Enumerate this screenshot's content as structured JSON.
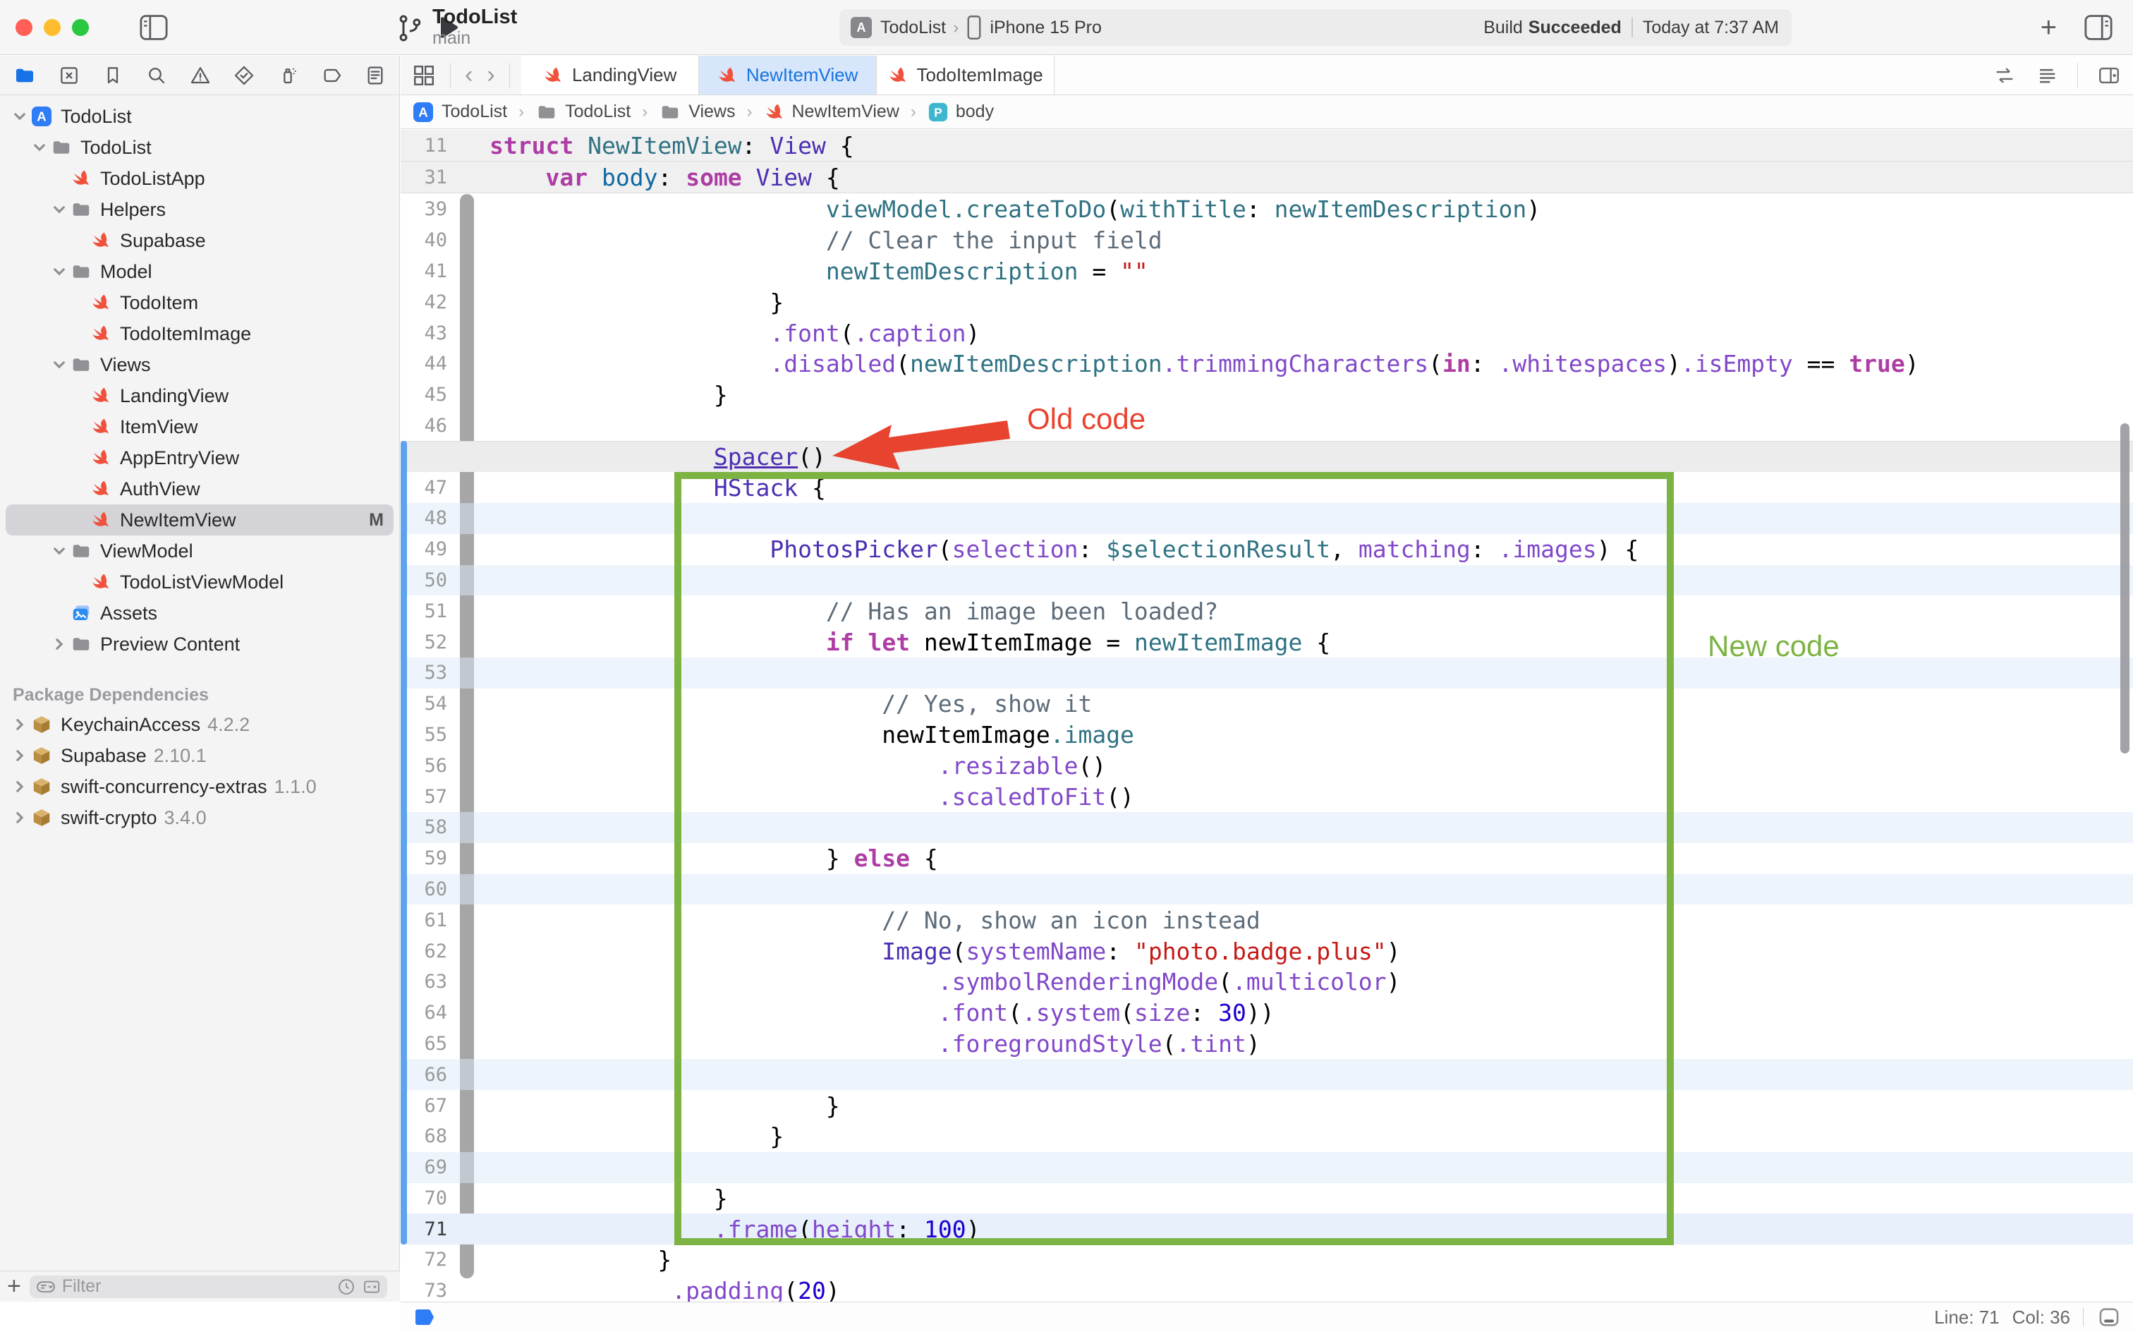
{
  "toolbar": {
    "project_title": "TodoList",
    "branch": "main",
    "plus_label": "+",
    "scheme": {
      "app": "TodoList",
      "destination": "iPhone 15 Pro",
      "separator": "›"
    },
    "status": {
      "build_label": "Build",
      "build_state": "Succeeded",
      "time": "Today at 7:37 AM"
    }
  },
  "navigator": {
    "icons": [
      "project-navigator-icon",
      "source-control-icon",
      "bookmarks-icon",
      "search-icon",
      "issues-icon",
      "tests-icon",
      "debug-icon",
      "breakpoints-icon",
      "reports-icon"
    ],
    "tree": [
      {
        "label": "TodoList",
        "icon": "app",
        "level": 0,
        "chevron": "down"
      },
      {
        "label": "TodoList",
        "icon": "folder",
        "level": 1,
        "chevron": "down"
      },
      {
        "label": "TodoListApp",
        "icon": "swift",
        "level": 2
      },
      {
        "label": "Helpers",
        "icon": "folder",
        "level": 2,
        "chevron": "down"
      },
      {
        "label": "Supabase",
        "icon": "swift",
        "level": 3
      },
      {
        "label": "Model",
        "icon": "folder",
        "level": 2,
        "chevron": "down"
      },
      {
        "label": "TodoItem",
        "icon": "swift",
        "level": 3
      },
      {
        "label": "TodoItemImage",
        "icon": "swift",
        "level": 3
      },
      {
        "label": "Views",
        "icon": "folder",
        "level": 2,
        "chevron": "down"
      },
      {
        "label": "LandingView",
        "icon": "swift",
        "level": 3
      },
      {
        "label": "ItemView",
        "icon": "swift",
        "level": 3
      },
      {
        "label": "AppEntryView",
        "icon": "swift",
        "level": 3
      },
      {
        "label": "AuthView",
        "icon": "swift",
        "level": 3
      },
      {
        "label": "NewItemView",
        "icon": "swift",
        "level": 3,
        "selected": true,
        "badge": "M"
      },
      {
        "label": "ViewModel",
        "icon": "folder",
        "level": 2,
        "chevron": "down"
      },
      {
        "label": "TodoListViewModel",
        "icon": "swift",
        "level": 3
      },
      {
        "label": "Assets",
        "icon": "assets",
        "level": 2
      },
      {
        "label": "Preview Content",
        "icon": "folder",
        "level": 2,
        "chevron": "right"
      }
    ],
    "packages_header": "Package Dependencies",
    "packages": [
      {
        "name": "KeychainAccess",
        "version": "4.2.2"
      },
      {
        "name": "Supabase",
        "version": "2.10.1"
      },
      {
        "name": "swift-concurrency-extras",
        "version": "1.1.0"
      },
      {
        "name": "swift-crypto",
        "version": "3.4.0"
      }
    ],
    "filter_placeholder": "Filter",
    "add_label": "+"
  },
  "tabs": {
    "items": [
      {
        "label": "LandingView",
        "active": false
      },
      {
        "label": "NewItemView",
        "active": true
      },
      {
        "label": "TodoItemImage",
        "active": false
      }
    ]
  },
  "breadcrumb": {
    "separator": "›",
    "items": [
      {
        "label": "TodoList",
        "icon": "app"
      },
      {
        "label": "TodoList",
        "icon": "folder"
      },
      {
        "label": "Views",
        "icon": "folder"
      },
      {
        "label": "NewItemView",
        "icon": "swift"
      },
      {
        "label": "body",
        "icon": "property"
      }
    ]
  },
  "editor": {
    "annotations": {
      "old_code": "Old code",
      "new_code": "New code",
      "green": "#7CB342",
      "red": "#E8432F"
    },
    "sticky_lines": [
      {
        "n": "11",
        "indent": 0,
        "t": [
          [
            "kw",
            "struct"
          ],
          [
            "plain",
            " "
          ],
          [
            "proj",
            "NewItemView"
          ],
          [
            "plain",
            ": "
          ],
          [
            "type",
            "View"
          ],
          [
            "plain",
            " {"
          ]
        ]
      },
      {
        "n": "31",
        "indent": 4,
        "t": [
          [
            "kw",
            "var"
          ],
          [
            "plain",
            " "
          ],
          [
            "declb",
            "body"
          ],
          [
            "plain",
            ": "
          ],
          [
            "kw",
            "some"
          ],
          [
            "plain",
            " "
          ],
          [
            "type",
            "View"
          ],
          [
            "plain",
            " {"
          ]
        ]
      }
    ],
    "lines": [
      {
        "n": "39",
        "indent": 24,
        "t": [
          [
            "proj",
            "viewModel.createToDo"
          ],
          [
            "plain",
            "("
          ],
          [
            "proj",
            "withTitle"
          ],
          [
            "plain",
            ": "
          ],
          [
            "proj",
            "newItemDescription"
          ],
          [
            "plain",
            ")"
          ]
        ]
      },
      {
        "n": "40",
        "indent": 24,
        "t": [
          [
            "cmt",
            "// Clear the input field"
          ]
        ]
      },
      {
        "n": "41",
        "indent": 24,
        "t": [
          [
            "proj",
            "newItemDescription"
          ],
          [
            "plain",
            " = "
          ],
          [
            "str",
            "\"\""
          ]
        ]
      },
      {
        "n": "42",
        "indent": 20,
        "t": [
          [
            "plain",
            "}"
          ]
        ]
      },
      {
        "n": "43",
        "indent": 20,
        "t": [
          [
            "mem",
            ".font"
          ],
          [
            "plain",
            "("
          ],
          [
            "mem",
            ".caption"
          ],
          [
            "plain",
            ")"
          ]
        ]
      },
      {
        "n": "44",
        "indent": 20,
        "t": [
          [
            "mem",
            ".disabled"
          ],
          [
            "plain",
            "("
          ],
          [
            "proj",
            "newItemDescription"
          ],
          [
            "mem",
            ".trimmingCharacters"
          ],
          [
            "plain",
            "("
          ],
          [
            "kw",
            "in"
          ],
          [
            "plain",
            ": "
          ],
          [
            "mem",
            ".whitespaces"
          ],
          [
            "plain",
            ")"
          ],
          [
            "mem",
            ".isEmpty"
          ],
          [
            "plain",
            " == "
          ],
          [
            "kw",
            "true"
          ],
          [
            "plain",
            ")"
          ]
        ]
      },
      {
        "n": "45",
        "indent": 16,
        "t": [
          [
            "plain",
            "}"
          ]
        ]
      },
      {
        "n": "46",
        "indent": 0,
        "t": []
      },
      {
        "n": "",
        "spacer": true,
        "indent": 16,
        "t": [
          [
            "typeu",
            "Spacer"
          ],
          [
            "plain",
            "()"
          ]
        ]
      },
      {
        "n": "47",
        "indent": 16,
        "t": [
          [
            "type",
            "HStack"
          ],
          [
            "plain",
            " {"
          ]
        ]
      },
      {
        "n": "48",
        "indent": 0,
        "tint": true,
        "t": []
      },
      {
        "n": "49",
        "indent": 20,
        "t": [
          [
            "type",
            "PhotosPicker"
          ],
          [
            "plain",
            "("
          ],
          [
            "mem",
            "selection"
          ],
          [
            "plain",
            ": "
          ],
          [
            "proj",
            "$selectionResult"
          ],
          [
            "plain",
            ", "
          ],
          [
            "mem",
            "matching"
          ],
          [
            "plain",
            ": "
          ],
          [
            "mem",
            ".images"
          ],
          [
            "plain",
            ") {"
          ]
        ]
      },
      {
        "n": "50",
        "indent": 0,
        "tint": true,
        "t": []
      },
      {
        "n": "51",
        "indent": 24,
        "t": [
          [
            "cmt",
            "// Has an image been loaded?"
          ]
        ]
      },
      {
        "n": "52",
        "indent": 24,
        "t": [
          [
            "kw",
            "if"
          ],
          [
            "plain",
            " "
          ],
          [
            "kw",
            "let"
          ],
          [
            "plain",
            " newItemImage = "
          ],
          [
            "proj",
            "newItemImage"
          ],
          [
            "plain",
            " {"
          ]
        ]
      },
      {
        "n": "53",
        "indent": 0,
        "tint": true,
        "t": []
      },
      {
        "n": "54",
        "indent": 28,
        "t": [
          [
            "cmt",
            "// Yes, show it"
          ]
        ]
      },
      {
        "n": "55",
        "indent": 28,
        "t": [
          [
            "plain",
            "newItemImage"
          ],
          [
            "proj",
            ".image"
          ]
        ]
      },
      {
        "n": "56",
        "indent": 32,
        "t": [
          [
            "mem",
            ".resizable"
          ],
          [
            "plain",
            "()"
          ]
        ]
      },
      {
        "n": "57",
        "indent": 32,
        "t": [
          [
            "mem",
            ".scaledToFit"
          ],
          [
            "plain",
            "()"
          ]
        ]
      },
      {
        "n": "58",
        "indent": 0,
        "tint": true,
        "t": []
      },
      {
        "n": "59",
        "indent": 24,
        "t": [
          [
            "plain",
            "} "
          ],
          [
            "kw",
            "else"
          ],
          [
            "plain",
            " {"
          ]
        ]
      },
      {
        "n": "60",
        "indent": 0,
        "tint": true,
        "t": []
      },
      {
        "n": "61",
        "indent": 28,
        "t": [
          [
            "cmt",
            "// No, show an icon instead"
          ]
        ]
      },
      {
        "n": "62",
        "indent": 28,
        "t": [
          [
            "type",
            "Image"
          ],
          [
            "plain",
            "("
          ],
          [
            "mem",
            "systemName"
          ],
          [
            "plain",
            ": "
          ],
          [
            "str",
            "\"photo.badge.plus\""
          ],
          [
            "plain",
            ")"
          ]
        ]
      },
      {
        "n": "63",
        "indent": 32,
        "t": [
          [
            "mem",
            ".symbolRenderingMode"
          ],
          [
            "plain",
            "("
          ],
          [
            "mem",
            ".multicolor"
          ],
          [
            "plain",
            ")"
          ]
        ]
      },
      {
        "n": "64",
        "indent": 32,
        "t": [
          [
            "mem",
            ".font"
          ],
          [
            "plain",
            "("
          ],
          [
            "mem",
            ".system"
          ],
          [
            "plain",
            "("
          ],
          [
            "mem",
            "size"
          ],
          [
            "plain",
            ": "
          ],
          [
            "num",
            "30"
          ],
          [
            "plain",
            "))"
          ]
        ]
      },
      {
        "n": "65",
        "indent": 32,
        "t": [
          [
            "mem",
            ".foregroundStyle"
          ],
          [
            "plain",
            "("
          ],
          [
            "mem",
            ".tint"
          ],
          [
            "plain",
            ")"
          ]
        ]
      },
      {
        "n": "66",
        "indent": 0,
        "tint": true,
        "t": []
      },
      {
        "n": "67",
        "indent": 24,
        "t": [
          [
            "plain",
            "}"
          ]
        ]
      },
      {
        "n": "68",
        "indent": 20,
        "t": [
          [
            "plain",
            "}"
          ]
        ]
      },
      {
        "n": "69",
        "indent": 0,
        "tint": true,
        "t": []
      },
      {
        "n": "70",
        "indent": 16,
        "t": [
          [
            "plain",
            "}"
          ]
        ]
      },
      {
        "n": "71",
        "indent": 16,
        "current": true,
        "t": [
          [
            "mem",
            ".frame"
          ],
          [
            "plain",
            "("
          ],
          [
            "mem",
            "height"
          ],
          [
            "plain",
            ": "
          ],
          [
            "num",
            "100"
          ],
          [
            "plain",
            ")"
          ]
        ]
      },
      {
        "n": "72",
        "indent": 12,
        "t": [
          [
            "plain",
            "}"
          ]
        ]
      },
      {
        "n": "73",
        "indent": 13,
        "t": [
          [
            "mem",
            ".padding"
          ],
          [
            "plain",
            "("
          ],
          [
            "num",
            "20"
          ],
          [
            "plain",
            ")"
          ]
        ]
      }
    ]
  },
  "statusbar": {
    "line_label": "Line: 71",
    "col_label": "Col: 36"
  }
}
